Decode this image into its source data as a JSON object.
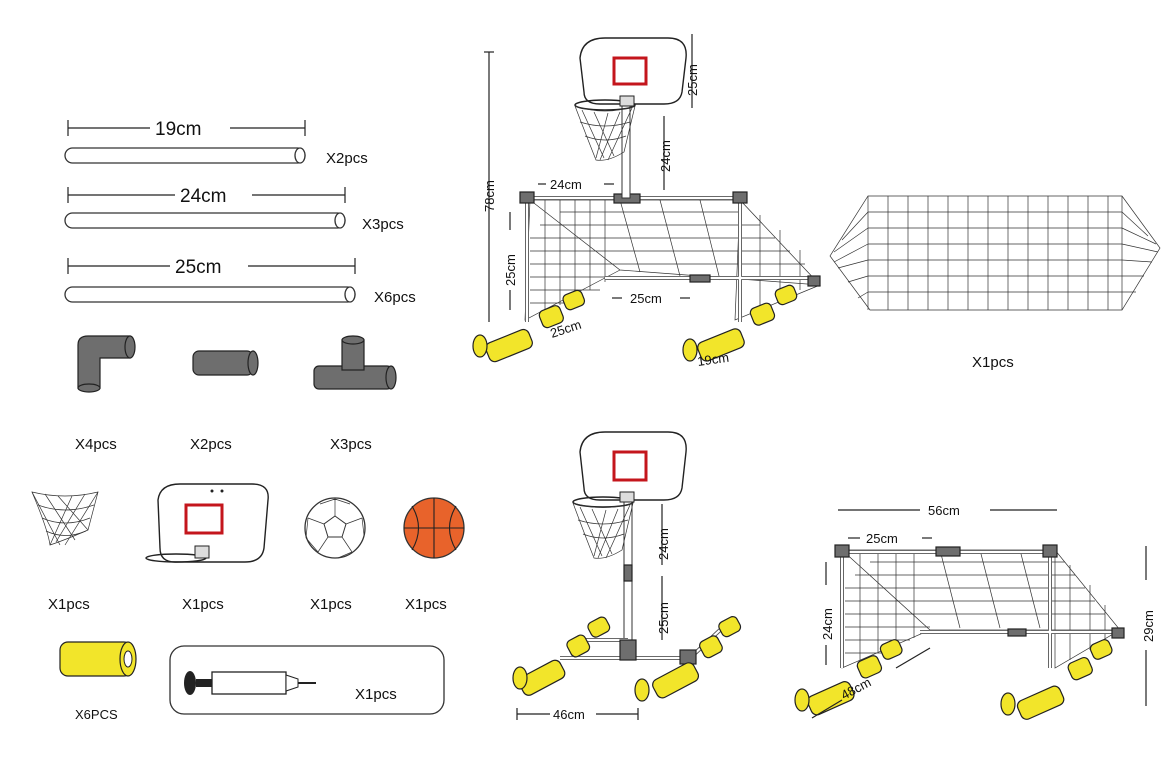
{
  "parts": {
    "pipe_19": {
      "dimension": "19cm",
      "quantity": "X2pcs"
    },
    "pipe_24": {
      "dimension": "24cm",
      "quantity": "X3pcs"
    },
    "pipe_25": {
      "dimension": "25cm",
      "quantity": "X6pcs"
    },
    "elbow_qty": "X4pcs",
    "straight_qty": "X2pcs",
    "tee_qty": "X3pcs",
    "hoop_net_qty": "X1pcs",
    "backboard_qty": "X1pcs",
    "soccer_ball_qty": "X1pcs",
    "basketball_qty": "X1pcs",
    "foam_qty": "X6PCS",
    "pump_qty": "X1pcs",
    "goal_net_qty": "X1pcs"
  },
  "combo_assembly": {
    "height": "78cm",
    "backboard": "25cm",
    "pole": "24cm",
    "top": "24cm",
    "side": "25cm",
    "base_depth": "25cm",
    "base_back": "25cm",
    "foot": "19cm"
  },
  "hoop_assembly": {
    "upper": "24cm",
    "lower": "25cm",
    "base": "46cm"
  },
  "goal_assembly": {
    "width": "56cm",
    "top": "25cm",
    "height": "24cm",
    "total_height": "29cm",
    "depth": "48cm"
  },
  "colors": {
    "connector": "#6e6e6e",
    "foam": "#f2e52a",
    "basketball": "#e8632b",
    "backboard_target": "#c4161c"
  }
}
